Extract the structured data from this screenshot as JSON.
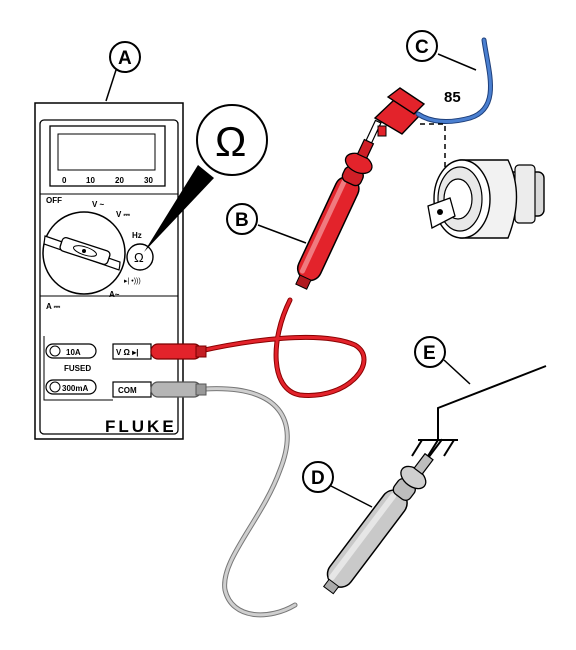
{
  "callouts": {
    "a": "A",
    "b": "B",
    "c": "C",
    "d": "D",
    "e": "E"
  },
  "wire_number": "85",
  "meter": {
    "brand": "FLUKE",
    "scale": [
      "0",
      "10",
      "20",
      "30"
    ],
    "dial": {
      "off": "OFF",
      "vac": "V ~",
      "vdc": "V ⎓",
      "hz": "Hz",
      "adc": "A ⎓",
      "aac": "A~",
      "diode": "▸| •)))",
      "selected": "Ω"
    },
    "jacks": {
      "amp10": "10A",
      "fused": "FUSED",
      "ma300": "300mA",
      "vohm": "V Ω ▸|",
      "com": "COM"
    },
    "zoom_symbol": "Ω"
  },
  "leads": {
    "positive_color": "#e3232b",
    "common_color": "#b5b5b5"
  },
  "sensor_wire_color": "#2e5fa8"
}
